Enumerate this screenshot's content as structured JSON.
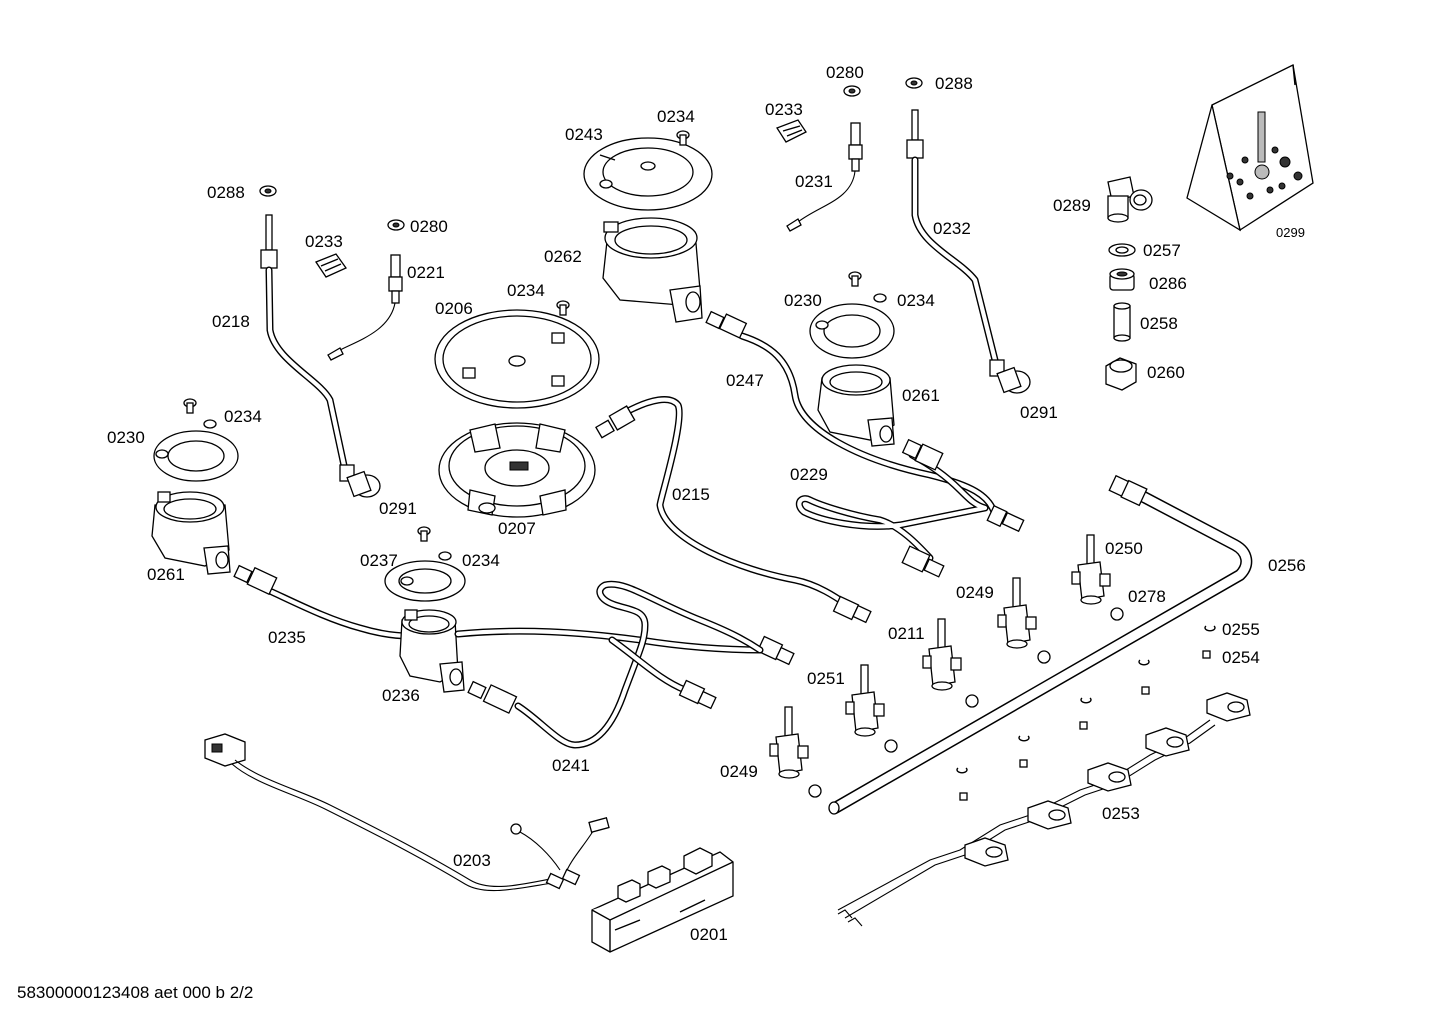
{
  "diagram": {
    "footer": "58300000123408 aet 000 b 2/2",
    "kit_label": "0299",
    "labels": [
      {
        "id": "l0280a",
        "text": "0280"
      },
      {
        "id": "l0288a",
        "text": "0288"
      },
      {
        "id": "l0233a",
        "text": "0233"
      },
      {
        "id": "l0234a",
        "text": "0234"
      },
      {
        "id": "l0243",
        "text": "0243"
      },
      {
        "id": "l0231",
        "text": "0231"
      },
      {
        "id": "l0288b",
        "text": "0288"
      },
      {
        "id": "l0232",
        "text": "0232"
      },
      {
        "id": "l0289",
        "text": "0289"
      },
      {
        "id": "l0257",
        "text": "0257"
      },
      {
        "id": "l0286",
        "text": "0286"
      },
      {
        "id": "l0258",
        "text": "0258"
      },
      {
        "id": "l0260",
        "text": "0260"
      },
      {
        "id": "l0233b",
        "text": "0233"
      },
      {
        "id": "l0280b",
        "text": "0280"
      },
      {
        "id": "l0221",
        "text": "0221"
      },
      {
        "id": "l0262",
        "text": "0262"
      },
      {
        "id": "l0218",
        "text": "0218"
      },
      {
        "id": "l0206",
        "text": "0206"
      },
      {
        "id": "l0234b",
        "text": "0234"
      },
      {
        "id": "l0230a",
        "text": "0230"
      },
      {
        "id": "l0234c",
        "text": "0234"
      },
      {
        "id": "l0247",
        "text": "0247"
      },
      {
        "id": "l0261a",
        "text": "0261"
      },
      {
        "id": "l0291a",
        "text": "0291"
      },
      {
        "id": "l0234d",
        "text": "0234"
      },
      {
        "id": "l0230b",
        "text": "0230"
      },
      {
        "id": "l0229",
        "text": "0229"
      },
      {
        "id": "l0215",
        "text": "0215"
      },
      {
        "id": "l0291b",
        "text": "0291"
      },
      {
        "id": "l0207",
        "text": "0207"
      },
      {
        "id": "l0250",
        "text": "0250"
      },
      {
        "id": "l0256",
        "text": "0256"
      },
      {
        "id": "l0261b",
        "text": "0261"
      },
      {
        "id": "l0237",
        "text": "0237"
      },
      {
        "id": "l0234e",
        "text": "0234"
      },
      {
        "id": "l0249a",
        "text": "0249"
      },
      {
        "id": "l0278",
        "text": "0278"
      },
      {
        "id": "l0211",
        "text": "0211"
      },
      {
        "id": "l0255",
        "text": "0255"
      },
      {
        "id": "l0254",
        "text": "0254"
      },
      {
        "id": "l0235",
        "text": "0235"
      },
      {
        "id": "l0251",
        "text": "0251"
      },
      {
        "id": "l0236",
        "text": "0236"
      },
      {
        "id": "l0241",
        "text": "0241"
      },
      {
        "id": "l0249b",
        "text": "0249"
      },
      {
        "id": "l0253",
        "text": "0253"
      },
      {
        "id": "l0203",
        "text": "0203"
      },
      {
        "id": "l0201",
        "text": "0201"
      }
    ]
  }
}
